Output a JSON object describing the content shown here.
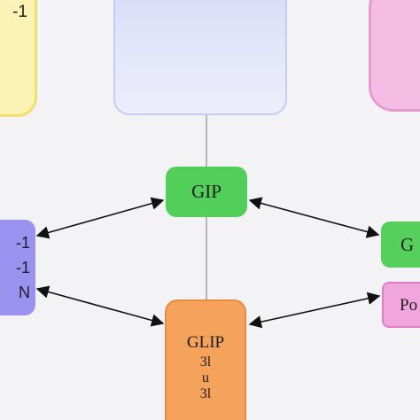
{
  "nodes": {
    "yellow_top_left": {
      "label": "-1"
    },
    "green_center": {
      "label": "GIP"
    },
    "purple_left": {
      "lines": [
        "-1",
        "-1",
        "N"
      ]
    },
    "green_right": {
      "label": "G"
    },
    "pink_right": {
      "label": "Po"
    },
    "orange_bottom": {
      "lines": [
        "GLIP",
        "3l",
        "u",
        "3l"
      ]
    }
  }
}
